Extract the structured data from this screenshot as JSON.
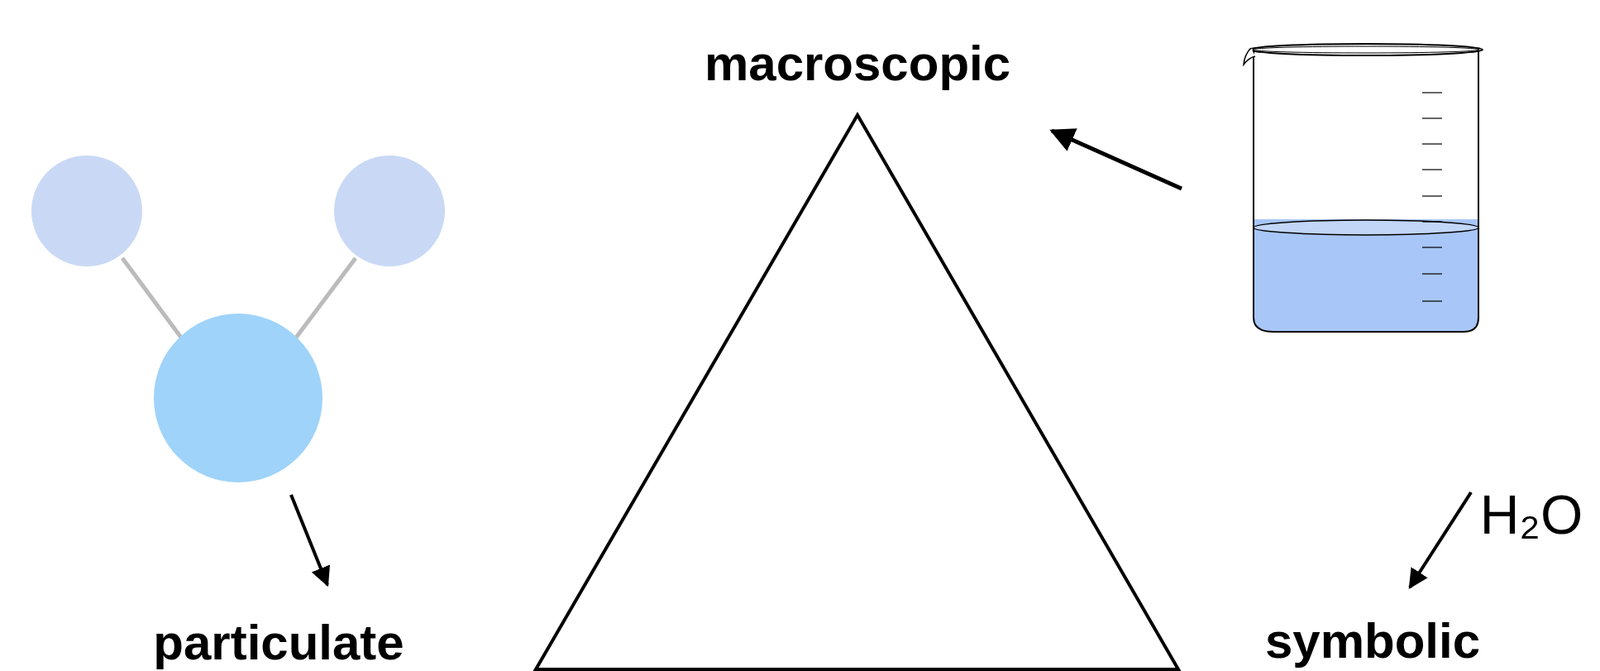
{
  "diagram": {
    "labels": [
      "macroscopic",
      "particulate",
      "symbolic",
      "H₂O"
    ]
  }
}
